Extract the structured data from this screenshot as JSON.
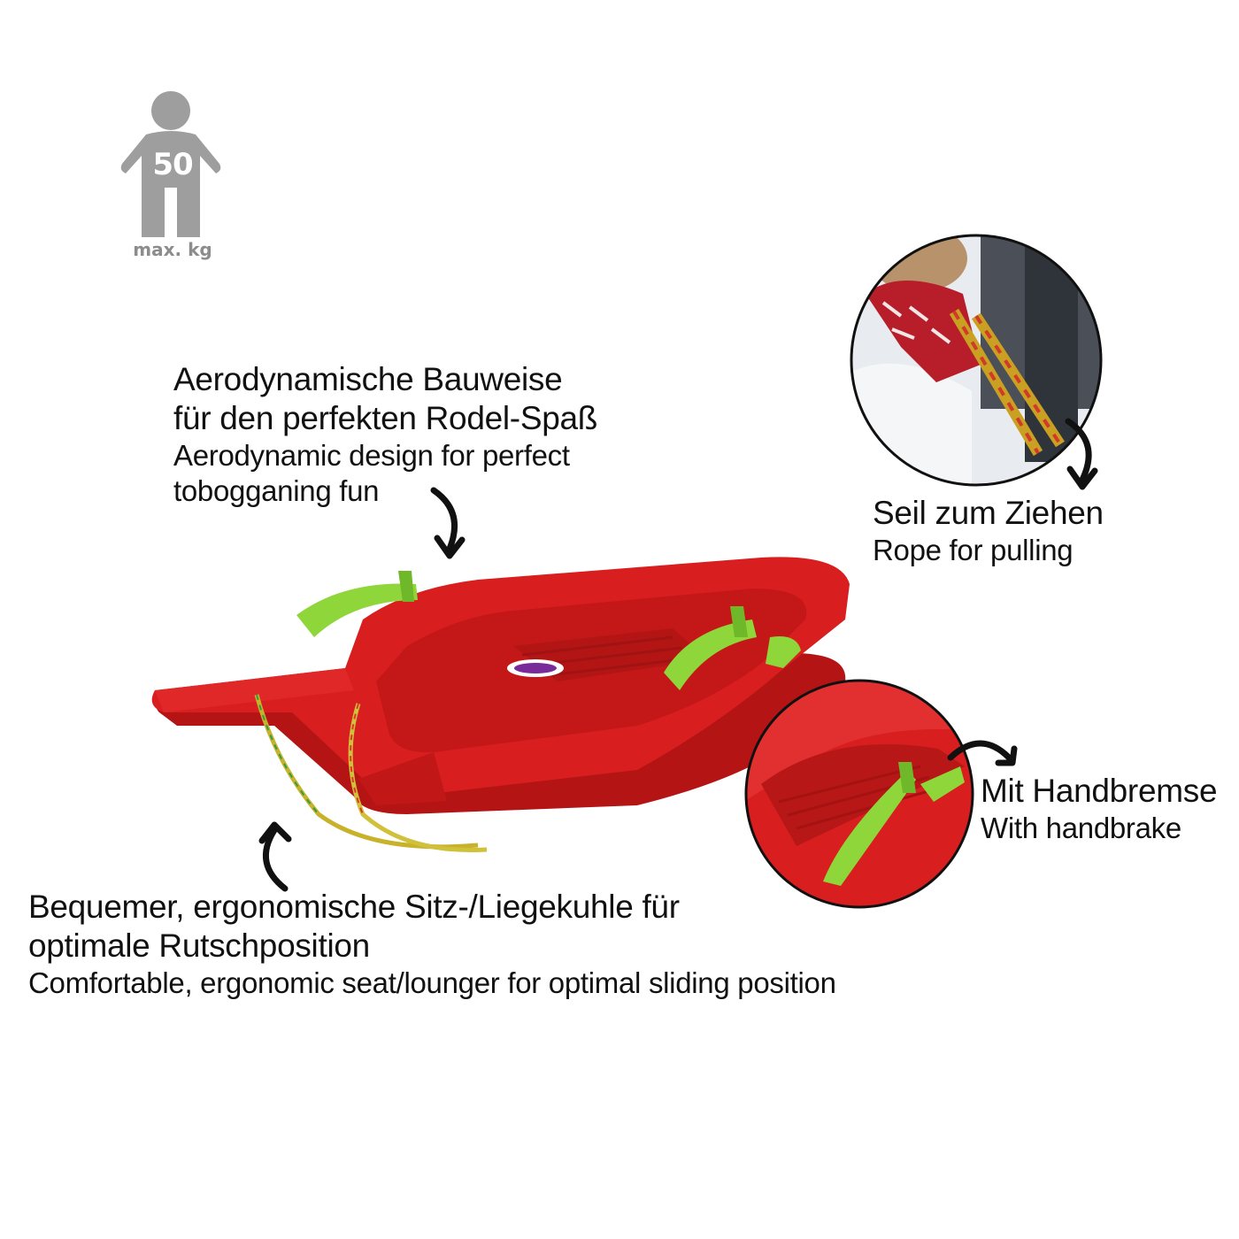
{
  "weight_badge": {
    "value": "50",
    "unit": "max. kg",
    "icon": "person-icon",
    "color": "#9e9e9e"
  },
  "callouts": {
    "aerodynamic": {
      "de_lines": [
        "Aerodynamische Bauweise",
        "für den perfekten Rodel-Spaß"
      ],
      "en_lines": [
        "Aerodynamic design for perfect",
        "tobogganing fun"
      ]
    },
    "rope": {
      "de": "Seil zum Ziehen",
      "en": "Rope for pulling"
    },
    "handbrake": {
      "de": "Mit Handbremse",
      "en": "With handbrake"
    },
    "seat": {
      "de_lines": [
        "Bequemer, ergonomische Sitz-/Liegekuhle für",
        "optimale Rutschposition"
      ],
      "en": "Comfortable, ergonomic seat/lounger for optimal sliding position"
    }
  },
  "colors": {
    "sled_red": "#d81e1e",
    "handle_green": "#8fd63a",
    "text": "#111111",
    "badge_grey": "#9e9e9e"
  }
}
